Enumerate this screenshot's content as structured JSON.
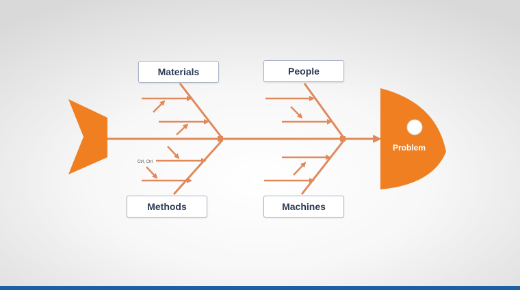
{
  "colors": {
    "fish": "#f07f22",
    "bone": "#e0895a",
    "box_text": "#2b3a55",
    "box_border": "#a9b3c6",
    "bottom_bar": "#1f5fa6"
  },
  "categories": {
    "materials": "Materials",
    "people": "People",
    "methods": "Methods",
    "machines": "Machines"
  },
  "problem": "Problem",
  "cause_note": "Ctrl, Ctrl"
}
